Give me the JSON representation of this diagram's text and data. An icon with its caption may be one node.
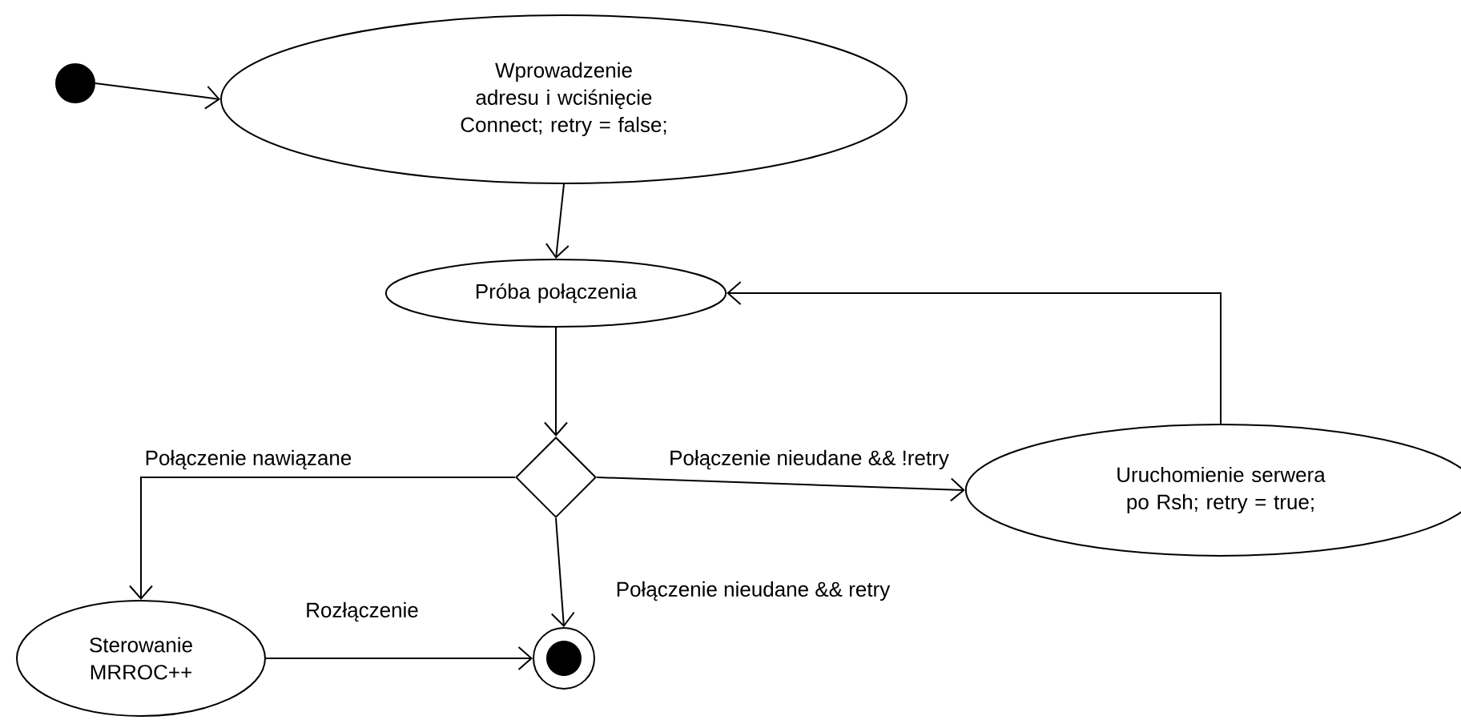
{
  "diagram": {
    "nodes": [
      {
        "text": [],
        "shape": "circle"
      },
      {
        "text": [
          "Wprowadzenie adresu i wciśnięcie Connect; retry = false;"
        ]
      },
      {
        "text": [
          "Próba połączenia"
        ]
      },
      {
        "text": [],
        "shape": "diamond"
      },
      {
        "text": [
          "Uruchomienie serwera po Rsh; retry = true;"
        ]
      },
      {
        "text": [
          "Sterowanie MRROC++"
        ]
      },
      {
        "text": [],
        "shape": "bullseye"
      }
    ],
    "edges": [
      {
        "from": 0,
        "to": 1,
        "arrow": "to"
      },
      {
        "from": 1,
        "to": 2,
        "arrow": "to"
      },
      {
        "from": 2,
        "to": 3,
        "arrow": "to"
      },
      {
        "from": 3,
        "to": 5,
        "arrow": "to",
        "label": "Połączenie nawiązane"
      },
      {
        "from": 3,
        "to": 4,
        "arrow": "to",
        "label": "Połączenie nieudane && !retry"
      },
      {
        "from": 3,
        "to": 6,
        "arrow": "to",
        "label": "Połączenie nieudane && retry"
      },
      {
        "from": 4,
        "to": 2,
        "arrow": "to"
      },
      {
        "from": 5,
        "to": 6,
        "arrow": "to",
        "label": "Rozłączenie"
      }
    ]
  }
}
